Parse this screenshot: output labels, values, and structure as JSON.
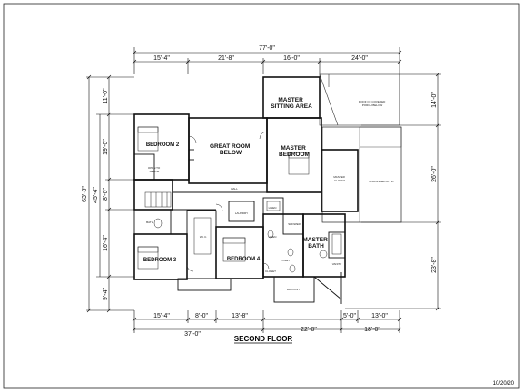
{
  "drawing": {
    "title": "SECOND FLOOR",
    "date": "10/20/20"
  },
  "dimensions": {
    "top_overall": "77'-0\"",
    "top_segments": [
      "15'-4\"",
      "21'-8\"",
      "16'-0\"",
      "24'-0\""
    ],
    "left_overall": "63'-8\"",
    "left_segments": [
      "11'-0\"",
      "19'-0\"",
      "8'-0\"",
      "16'-4\"",
      "9'-4\""
    ],
    "left_sub": "45'-4\"",
    "right_segments": [
      "14'-0\"",
      "26'-0\"",
      "23'-8\""
    ],
    "bottom_segments": [
      "15'-4\"",
      "8'-0\"",
      "13'-8\"",
      "5'-0\"",
      "13'-0\""
    ],
    "bottom_sub_left": "37'-0\"",
    "bottom_sub_mid": "22'-0\"",
    "bottom_sub_right": "18'-0\""
  },
  "rooms": {
    "master_sitting": "MASTER\nSITTING AREA",
    "great_room": "GREAT ROOM\nBELOW",
    "master_bedroom": "MASTER\nBEDROOM",
    "bedroom2": "BEDROOM 2",
    "bedroom3": "BEDROOM 3",
    "bedroom4": "BEDROOM 4",
    "master_bath": "MASTER\nBATH"
  },
  "notes": {
    "roof_covered_porch": "ROOF OF COVERED\nPORCH BELOW",
    "unfinished_attic": "UNFINISHED ATTIC",
    "master_closet": "MASTER\nCLOSET",
    "laundry": "LAUNDRY",
    "hall": "HALL",
    "linen": "LINEN",
    "bath": "BATH",
    "wic": "W.I.C.",
    "shower": "SHOWER",
    "linen_closet": "LINEN",
    "open_to_below": "OPEN TO\nBELOW",
    "vanity": "VANITY",
    "toilet": "TOILET",
    "closet": "CLOSET",
    "balcony": "BALCONY"
  }
}
